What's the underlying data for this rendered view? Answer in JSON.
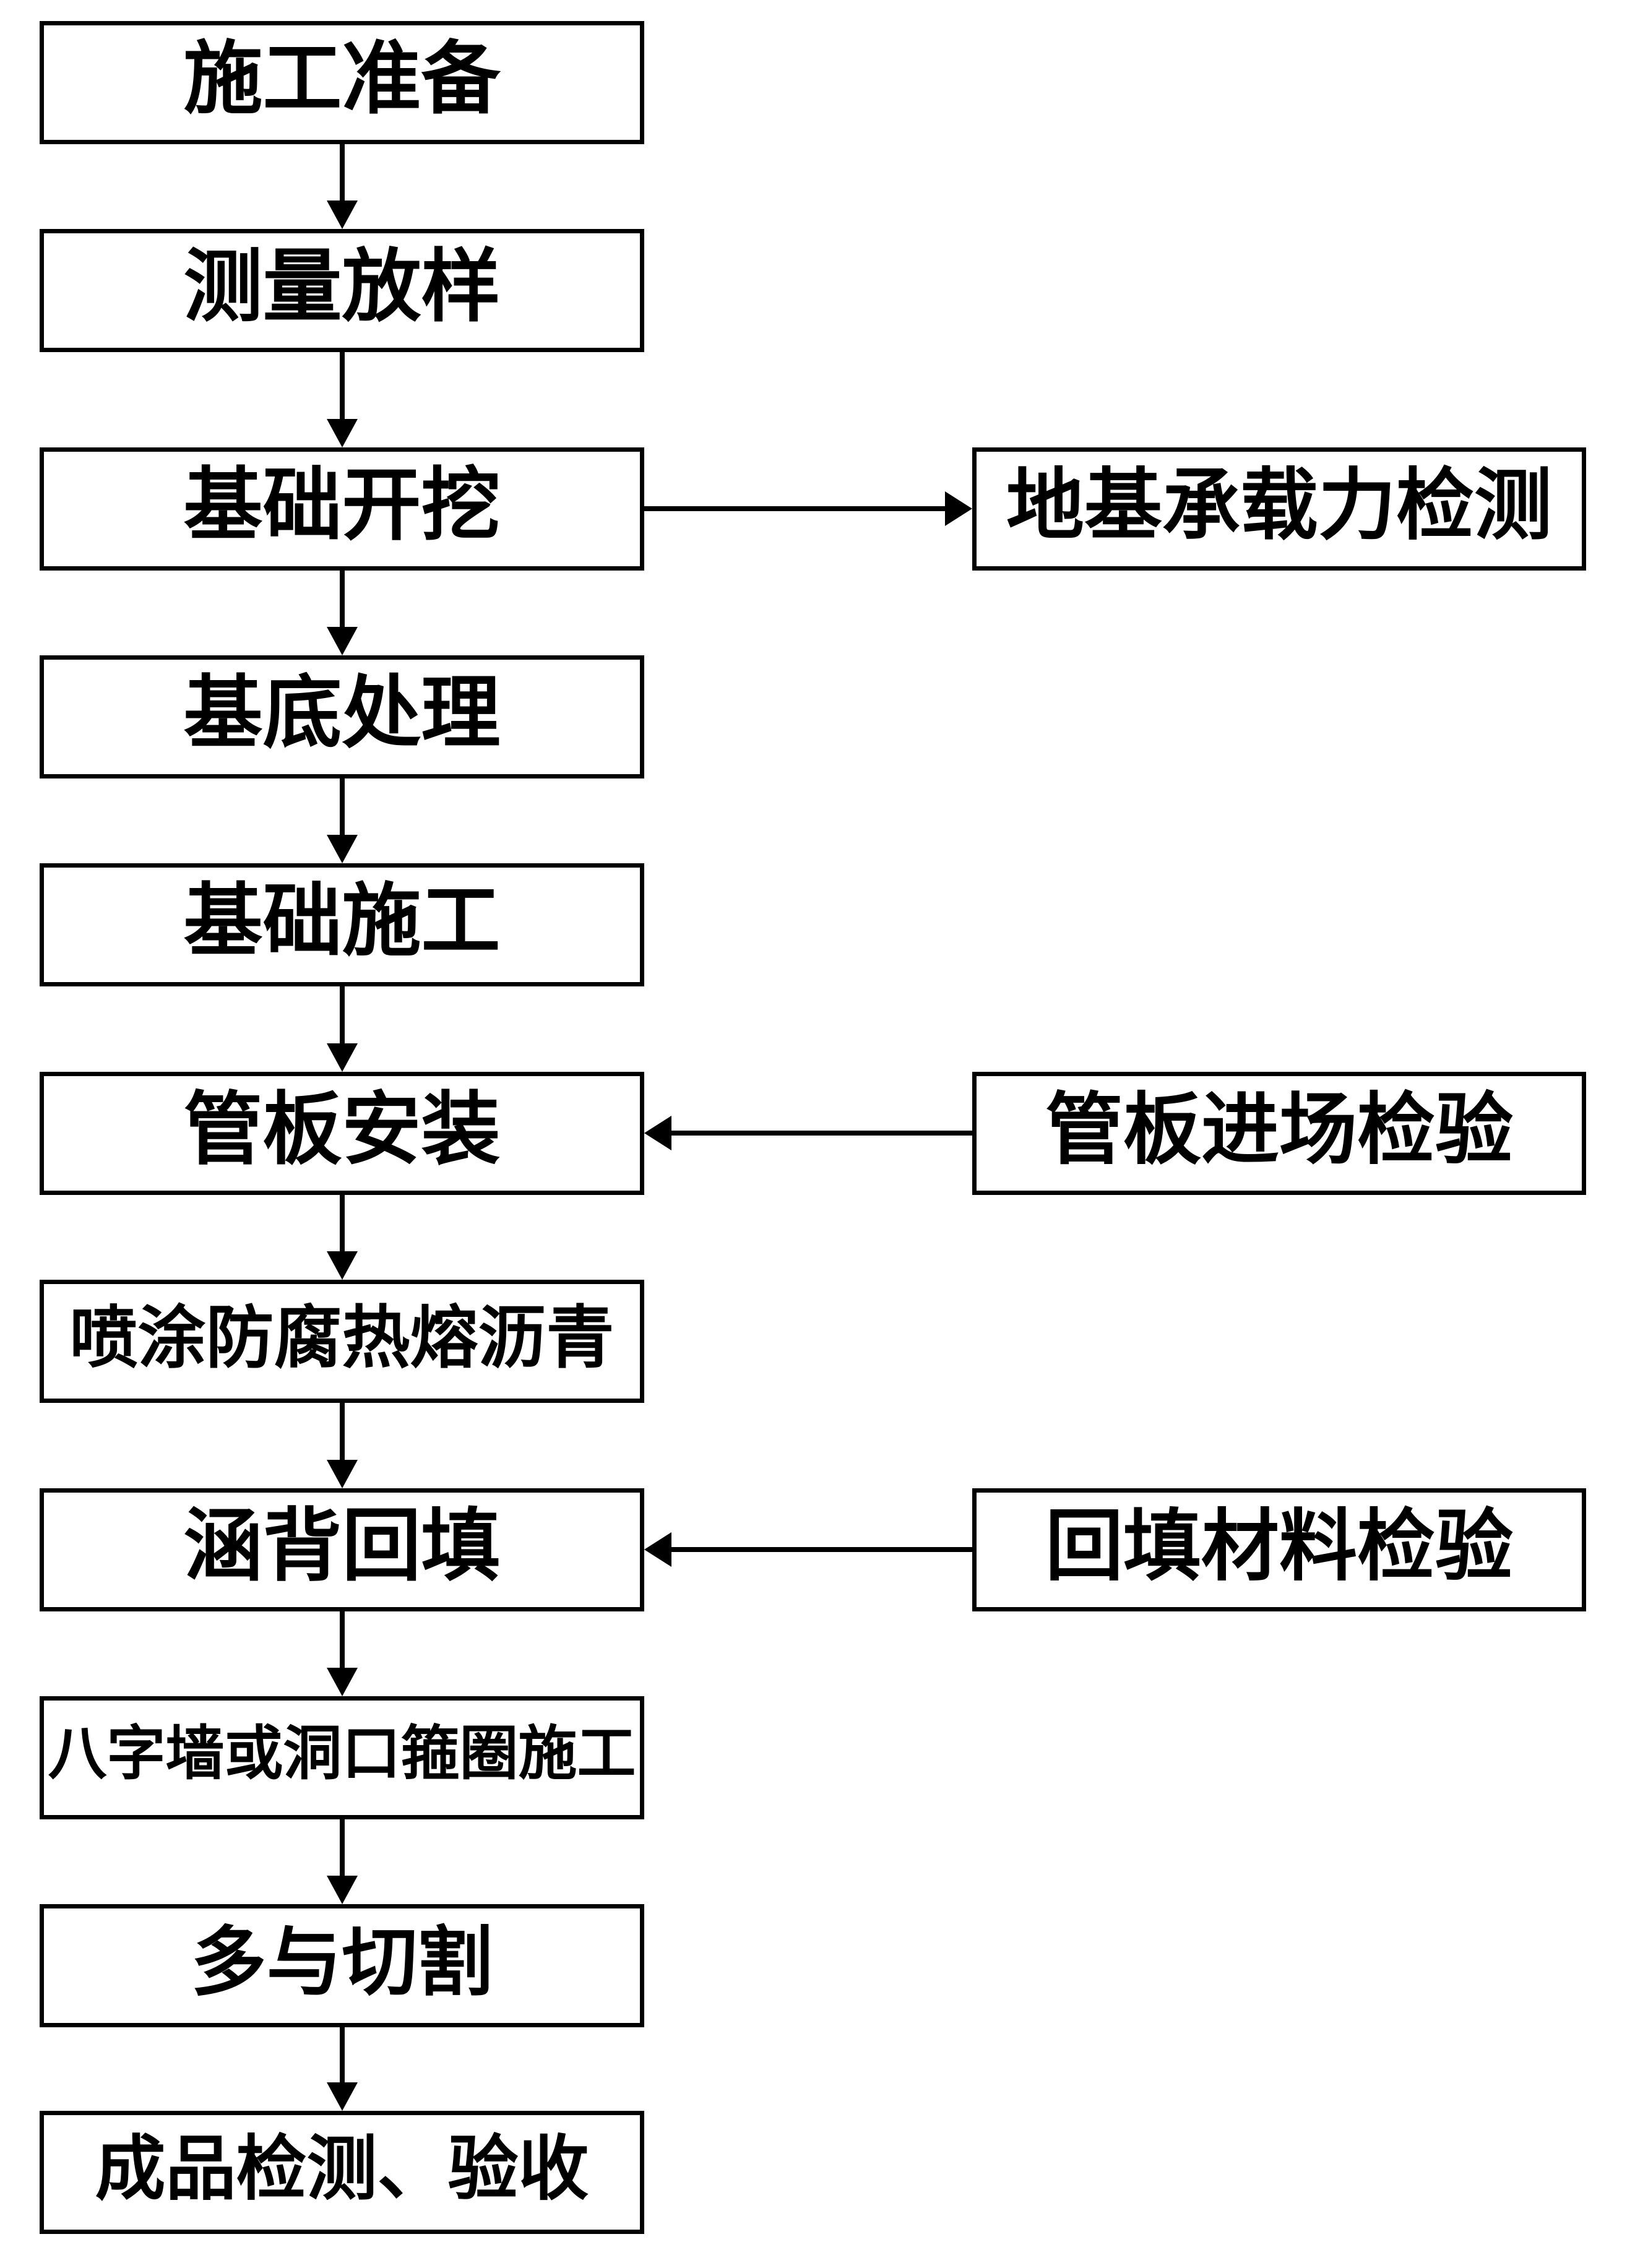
{
  "flow": {
    "steps": [
      {
        "label": "施工准备"
      },
      {
        "label": "测量放样"
      },
      {
        "label": "基础开挖"
      },
      {
        "label": "基底处理"
      },
      {
        "label": "基础施工"
      },
      {
        "label": "管板安装"
      },
      {
        "label": "喷涂防腐热熔沥青"
      },
      {
        "label": "涵背回填"
      },
      {
        "label": "八字墙或洞口箍圈施工"
      },
      {
        "label": "多与切割"
      },
      {
        "label": "成品检测、验收"
      }
    ],
    "side_checks": [
      {
        "label": "地基承载力检测",
        "connected_step": "基础开挖",
        "arrow_direction": "from-step-to-check"
      },
      {
        "label": "管板进场检验",
        "connected_step": "管板安装",
        "arrow_direction": "from-check-to-step"
      },
      {
        "label": "回填材料检验",
        "connected_step": "涵背回填",
        "arrow_direction": "from-check-to-step"
      }
    ],
    "colors": {
      "box_border": "#000000",
      "box_fill": "#ffffff",
      "text": "#000000",
      "arrow": "#000000"
    }
  }
}
